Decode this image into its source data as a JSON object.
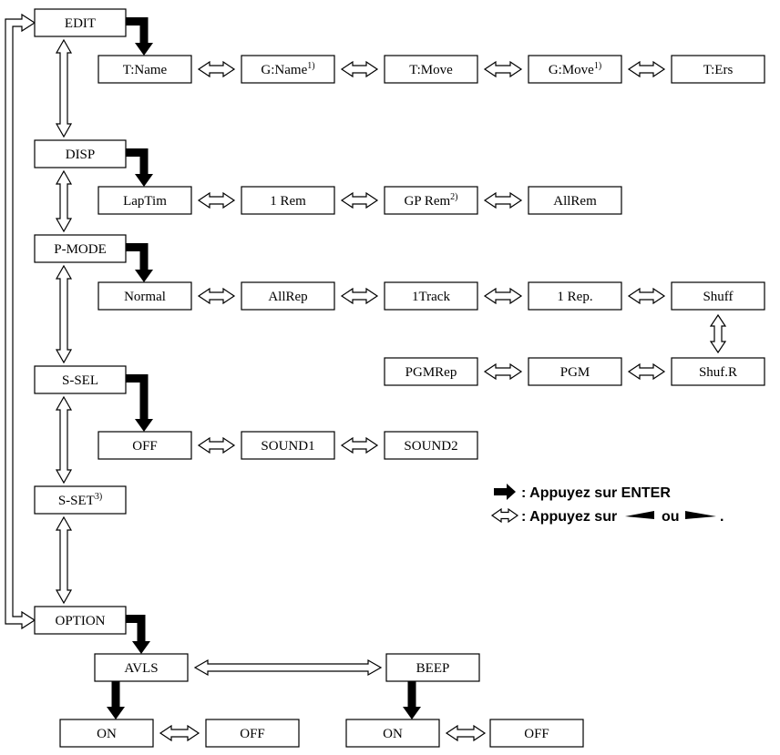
{
  "menus": {
    "edit": "EDIT",
    "disp": "DISP",
    "pmode": "P-MODE",
    "ssel": "S-SEL",
    "sset": "S-SET",
    "sset_note": "3)",
    "option": "OPTION"
  },
  "edit_items": [
    {
      "label": "T:Name",
      "note": ""
    },
    {
      "label": "G:Name",
      "note": "1)"
    },
    {
      "label": "T:Move",
      "note": ""
    },
    {
      "label": "G:Move",
      "note": "1)"
    },
    {
      "label": "T:Ers",
      "note": ""
    }
  ],
  "disp_items": [
    {
      "label": "LapTim",
      "note": ""
    },
    {
      "label": "1 Rem",
      "note": ""
    },
    {
      "label": "GP Rem",
      "note": "2)"
    },
    {
      "label": "AllRem",
      "note": ""
    }
  ],
  "pmode_items": [
    {
      "label": "Normal"
    },
    {
      "label": "AllRep"
    },
    {
      "label": "1Track"
    },
    {
      "label": "1 Rep."
    },
    {
      "label": "Shuff"
    }
  ],
  "pmode_row2": [
    {
      "label": "PGMRep"
    },
    {
      "label": "PGM"
    },
    {
      "label": "Shuf.R"
    }
  ],
  "ssel_items": [
    {
      "label": "OFF"
    },
    {
      "label": "SOUND1"
    },
    {
      "label": "SOUND2"
    }
  ],
  "option_items": {
    "avls": "AVLS",
    "beep": "BEEP",
    "avls_on": "ON",
    "avls_off": "OFF",
    "beep_on": "ON",
    "beep_off": "OFF"
  },
  "legend": {
    "enter_text": ": Appuyez sur ENTER",
    "arrows_text_a": ": Appuyez sur",
    "arrows_text_b": "ou",
    "arrows_text_c": "."
  }
}
